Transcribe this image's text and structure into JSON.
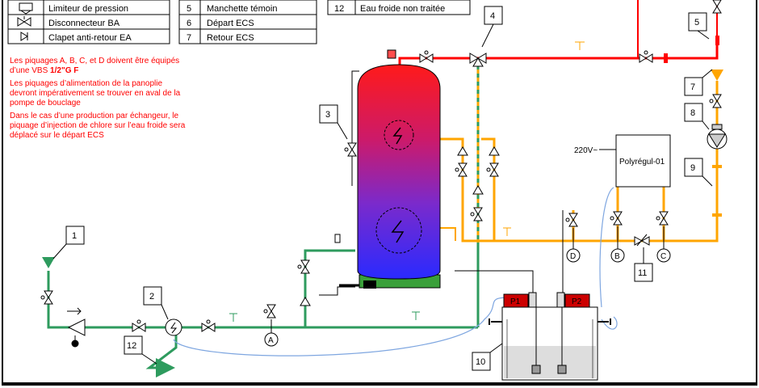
{
  "legend": {
    "left": [
      {
        "label": "Limiteur de pression"
      },
      {
        "label": "Disconnecteur BA"
      },
      {
        "label": "Clapet anti-retour EA"
      }
    ],
    "middle": [
      {
        "num": "5",
        "label": "Manchette témoin"
      },
      {
        "num": "6",
        "label": "Départ ECS"
      },
      {
        "num": "7",
        "label": "Retour ECS"
      }
    ],
    "right": [
      {
        "num": "12",
        "label": "Eau froide non traitée"
      }
    ]
  },
  "notes": [
    "Les piquages A, B, C, et D doivent être équipés",
    "d’une VBS ",
    "1/2\"G F",
    "Les piquages d’alimentation de la panoplie",
    "devront impérativement se trouver en aval de la",
    "pompe de bouclage",
    "Dans le cas d’une production par échangeur, le",
    "piquage d’injection de chlore sur l’eau froide sera",
    "déplacé sur le départ ECS"
  ],
  "callouts": [
    "1",
    "2",
    "3",
    "4",
    "5",
    "7",
    "8",
    "9",
    "10",
    "11",
    "12"
  ],
  "points": [
    "A",
    "B",
    "C",
    "D"
  ],
  "controller": {
    "name": "Polyrégul-01",
    "voltage": "220V~"
  },
  "pumps": [
    "P1",
    "P2"
  ],
  "colors": {
    "hot": "#ff0000",
    "return": "#ffa500",
    "cold": "#2e9b5e",
    "cable": "#7ea6e0",
    "tank_top": "#ff1a1a",
    "tank_bottom": "#2a2aff",
    "tank_base": "#3aa03a"
  }
}
